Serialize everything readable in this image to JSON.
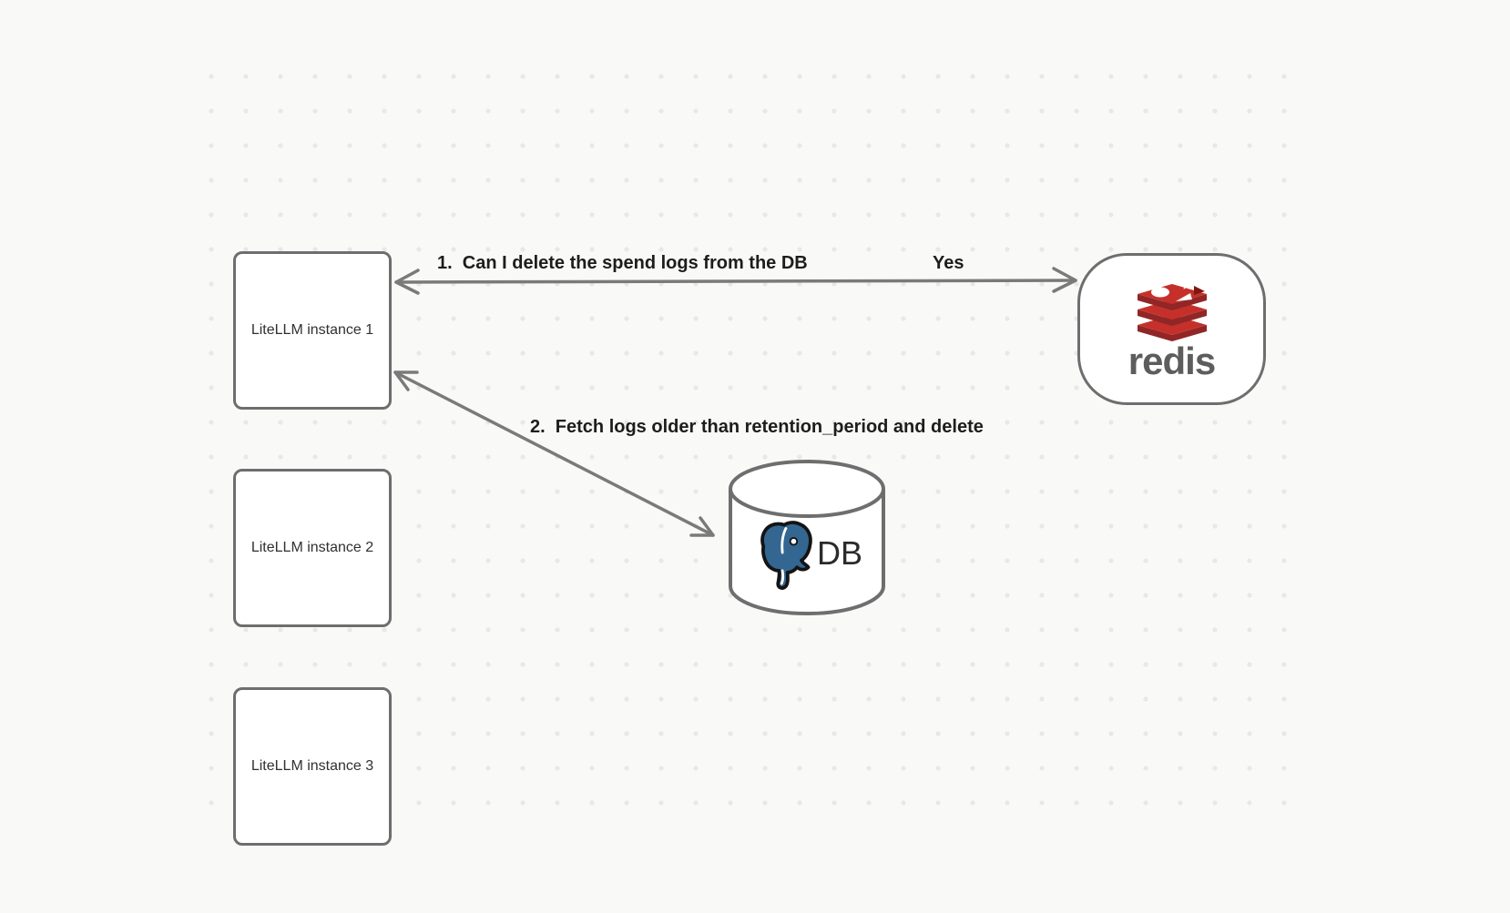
{
  "diagram": {
    "nodes": {
      "instance1": {
        "label": "LiteLLM instance 1"
      },
      "instance2": {
        "label": "LiteLLM instance 2"
      },
      "instance3": {
        "label": "LiteLLM instance 3"
      },
      "redis": {
        "wordmark": "redis"
      },
      "db": {
        "label": "DB"
      }
    },
    "arrows": {
      "spend_logs": {
        "label": "1.  Can I delete the spend logs from the DB",
        "reply": "Yes"
      },
      "fetch_logs": {
        "label": "2.  Fetch logs older than retention_period and delete"
      }
    },
    "colors": {
      "background": "#f9f9f8",
      "grid_dot": "#e8e8e8",
      "shape_stroke": "#6e6e6e",
      "arrow": "#7a7a7a",
      "label_text": "#1d1d1d",
      "node_text": "#303030",
      "db_text": "#2b2b2b",
      "redis_red": "#c6302b",
      "redis_dark_red": "#912626",
      "redis_darker_red": "#7e170f",
      "redis_wordmark": "#5d5d5d",
      "postgres_blue": "#336791",
      "outline_black": "#141414"
    }
  }
}
